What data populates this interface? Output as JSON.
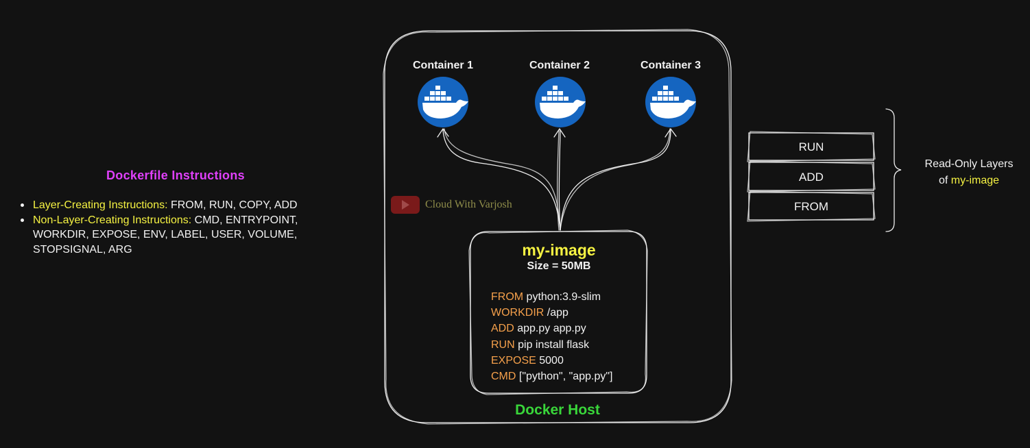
{
  "instructions": {
    "title": "Dockerfile Instructions",
    "items": [
      {
        "label": "Layer-Creating Instructions:",
        "value": " FROM, RUN, COPY, ADD"
      },
      {
        "label": "Non-Layer-Creating Instructions:",
        "value": " CMD, ENTRYPOINT,",
        "continuation": [
          "WORKDIR, EXPOSE, ENV, LABEL, USER, VOLUME,",
          "STOPSIGNAL, ARG"
        ]
      }
    ]
  },
  "watermark": {
    "text": "Cloud With Varjosh"
  },
  "containers": [
    {
      "label": "Container 1"
    },
    {
      "label": "Container 2"
    },
    {
      "label": "Container 3"
    }
  ],
  "image": {
    "name": "my-image",
    "size": "Size = 50MB",
    "dockerfile": [
      {
        "keyword": "FROM",
        "arg": " python:3.9-slim"
      },
      {
        "keyword": "WORKDIR",
        "arg": " /app"
      },
      {
        "keyword": "ADD",
        "arg": " app.py app.py"
      },
      {
        "keyword": "RUN",
        "arg": " pip install flask"
      },
      {
        "keyword": "EXPOSE",
        "arg": " 5000"
      },
      {
        "keyword": "CMD",
        "arg": " [\"python\", \"app.py\"]"
      }
    ]
  },
  "host": {
    "label": "Docker Host"
  },
  "layers": {
    "items": [
      {
        "label": "RUN"
      },
      {
        "label": "ADD"
      },
      {
        "label": "FROM"
      }
    ],
    "description_line1": "Read-Only Layers",
    "description_of": "of ",
    "description_image": "my-image"
  },
  "colors": {
    "background": "#121212",
    "title": "#e040fb",
    "highlight": "#f5f242",
    "keyword": "#f5a04b",
    "host_label": "#39d63a",
    "docker_blue": "#1565c0"
  },
  "icons": [
    "docker-whale-icon",
    "play-icon"
  ]
}
